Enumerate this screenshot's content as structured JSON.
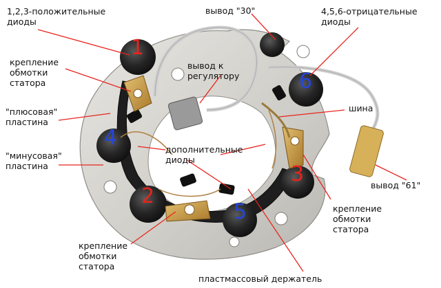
{
  "labels": {
    "positive_diodes": "1,2,3-положительные\nдиоды",
    "terminal_30": "вывод \"30\"",
    "negative_diodes": "4,5,6-отрицательные\nдиоды",
    "stator_mount_top": "крепление\nобмотки\nстатора",
    "regulator_output": "вывод к\nрегулятору",
    "plus_plate": "\"плюсовая\"\nпластина",
    "bus": "шина",
    "minus_plate": "\"минусовая\"\nпластина",
    "additional_diodes": "дополнительные\nдиоды",
    "terminal_61": "вывод \"61\"",
    "stator_mount_right": "крепление\nобмотки\nстатора",
    "stator_mount_bottom": "крепление\nобмотки\nстатора",
    "plastic_holder": "пластмассовый держатель"
  },
  "diode_numbers": [
    "1",
    "2",
    "3",
    "4",
    "5",
    "6"
  ],
  "colors": {
    "positive_number": "#e8241c",
    "negative_number": "#2546d8",
    "leader_line": "#e8241c",
    "plate": "#d6d4cf",
    "diode_cap": "#252525",
    "brass": "#c89a3a",
    "wire": "#cfcfcf",
    "connector": "#d7b05a"
  }
}
